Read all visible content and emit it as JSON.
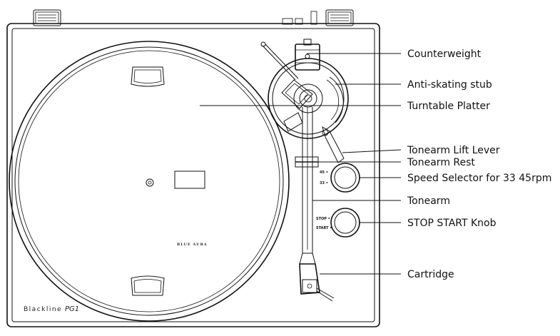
{
  "brand": {
    "line": "Blackline",
    "model": "PG1",
    "platter_logo": "BLUE AURA"
  },
  "panel_marks": {
    "speed_45": "45 •",
    "speed_33": "33 •",
    "stop": "STOP •",
    "start": "START •"
  },
  "callouts": [
    {
      "id": "counterweight",
      "label": "Counterweight"
    },
    {
      "id": "anti-skating-stub",
      "label": "Anti-skating stub"
    },
    {
      "id": "turntable-platter",
      "label": "Turntable Platter"
    },
    {
      "id": "tonearm-lift-lever",
      "label": "Tonearm Lift Lever"
    },
    {
      "id": "tonearm-rest",
      "label": "Tonearm Rest"
    },
    {
      "id": "speed-selector",
      "label": "Speed Selector for 33 45rpm"
    },
    {
      "id": "tonearm",
      "label": "Tonearm"
    },
    {
      "id": "stop-start-knob",
      "label": "STOP START Knob"
    },
    {
      "id": "cartridge",
      "label": "Cartridge"
    }
  ]
}
